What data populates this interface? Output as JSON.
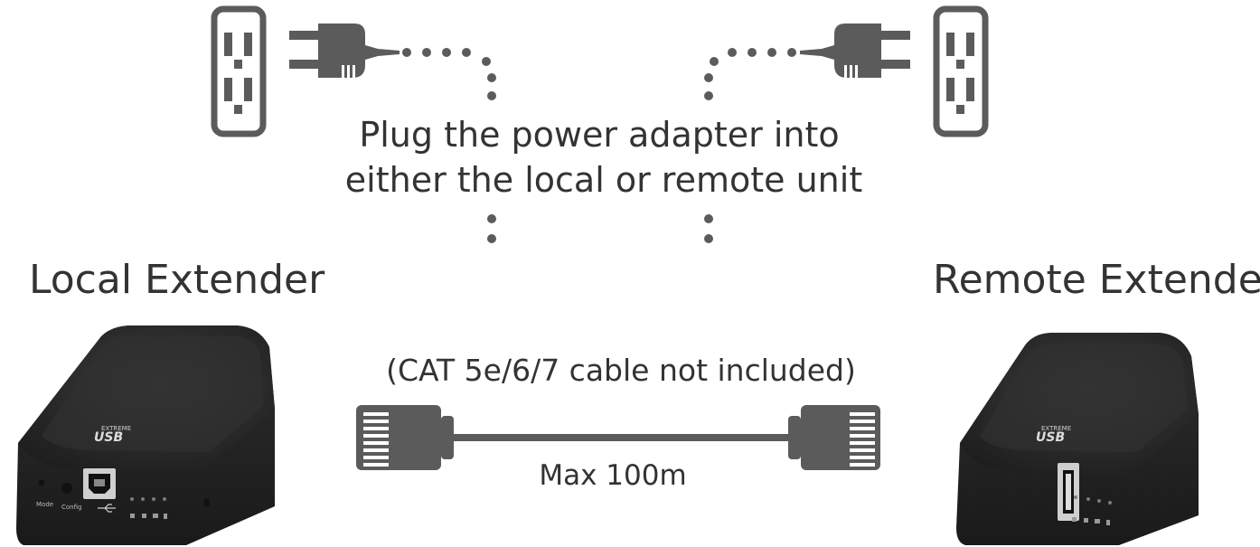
{
  "instruction": {
    "line1": "Plug the power adapter into",
    "line2": "either the local or remote unit"
  },
  "local": {
    "title": "Local Extender",
    "brand_top": "EXTREME",
    "brand_bottom": "USB",
    "port_labels": [
      "Mode",
      "Config"
    ]
  },
  "remote": {
    "title": "Remote Extender",
    "brand_top": "EXTREME",
    "brand_bottom": "USB"
  },
  "cable": {
    "note": "(CAT 5e/6/7  cable not included)",
    "length": "Max 100m"
  },
  "colors": {
    "icon": "#5b5b5b",
    "device": "#2a2a2a",
    "text": "#333333"
  },
  "icons": [
    "power-outlet-icon",
    "power-plug-icon",
    "ethernet-connector-icon",
    "usb-b-port-icon",
    "usb-a-port-icon",
    "usb-symbol-icon"
  ]
}
